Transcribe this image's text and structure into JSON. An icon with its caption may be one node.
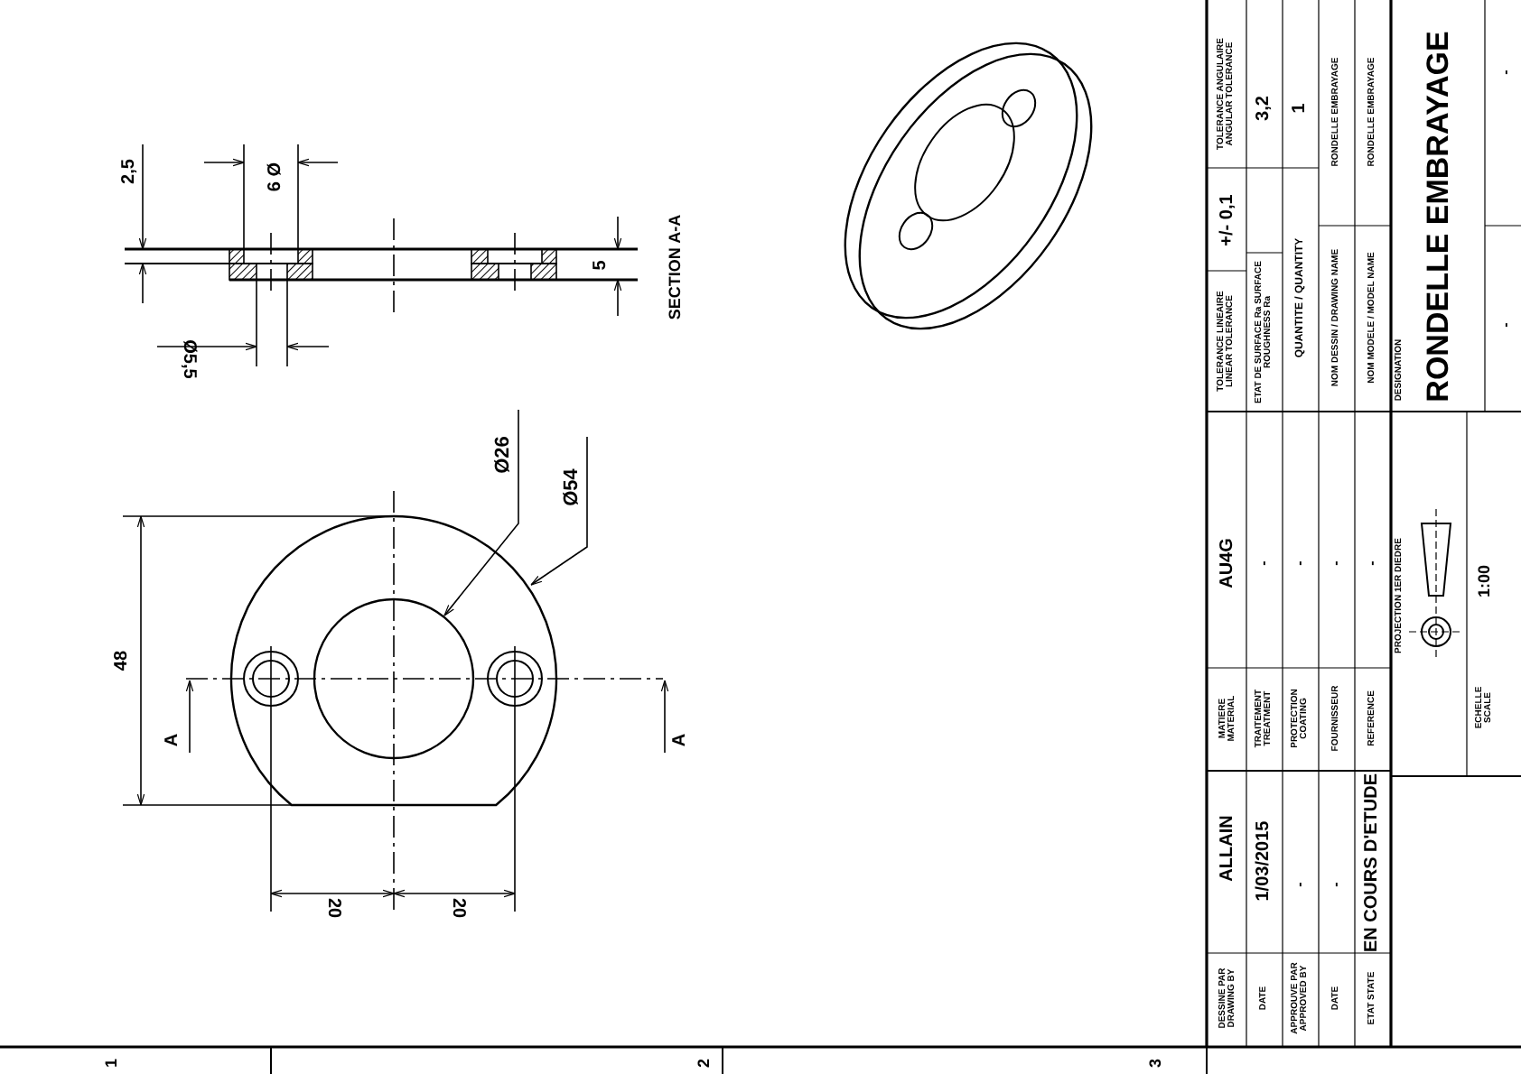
{
  "diagram": {
    "nodes": [
      {
        "text": [
          "Ø26"
        ]
      },
      {
        "text": [
          "Ø54"
        ]
      },
      {
        "text": [],
        "shape": "circle",
        "in": 3
      },
      {
        "text": [],
        "shape": "circle"
      }
    ],
    "edges": [
      {
        "from": 0,
        "to": 2,
        "arrow": "to"
      },
      {
        "from": 1,
        "to": 3,
        "arrow": "to"
      }
    ],
    "labels": [
      "2,5",
      "6 Ø",
      "Ø5,5",
      "5",
      "SECTION A-A",
      "48",
      "A",
      "A",
      "20",
      "20",
      "DESSINE PAR DRAWING BY",
      "ALLAIN",
      "DATE",
      "1/03/2015",
      "APPROUVE PAR APPROVED BY",
      "-",
      "DATE",
      "-",
      "ETAT STATE",
      "EN COURS D'ETUDE",
      "MATIERE MATERIAL",
      "AU4G",
      "TRAITEMENT TREATMENT",
      "-",
      "PROTECTION COATING",
      "-",
      "FOURNISSEUR",
      "-",
      "REFERENCE",
      "-",
      "TOLERANCE LINEAIRE LINEAR TOLERANCE",
      "+/- 0,1",
      "TOLERANCE ANGULAIRE ANGULAR TOLERANCE",
      "ETAT DE SURFACE Ra SURFACE ROUGHNESS Ra",
      "3,2",
      "QUANTITE / QUANTITY",
      "1",
      "NOM DESSIN / DRAWING NAME",
      "RONDELLE EMBRAYAGE",
      "NOM MODELE / MODEL NAME",
      "RONDELLE EMBRAYAGE",
      "PROJECTION 1ER DIEDRE",
      "ECHELLE SCALE",
      "1:00",
      "DESIGNATION",
      "RONDELLE EMBRAYAGE",
      "-",
      "-",
      "1",
      "2",
      "3"
    ]
  }
}
